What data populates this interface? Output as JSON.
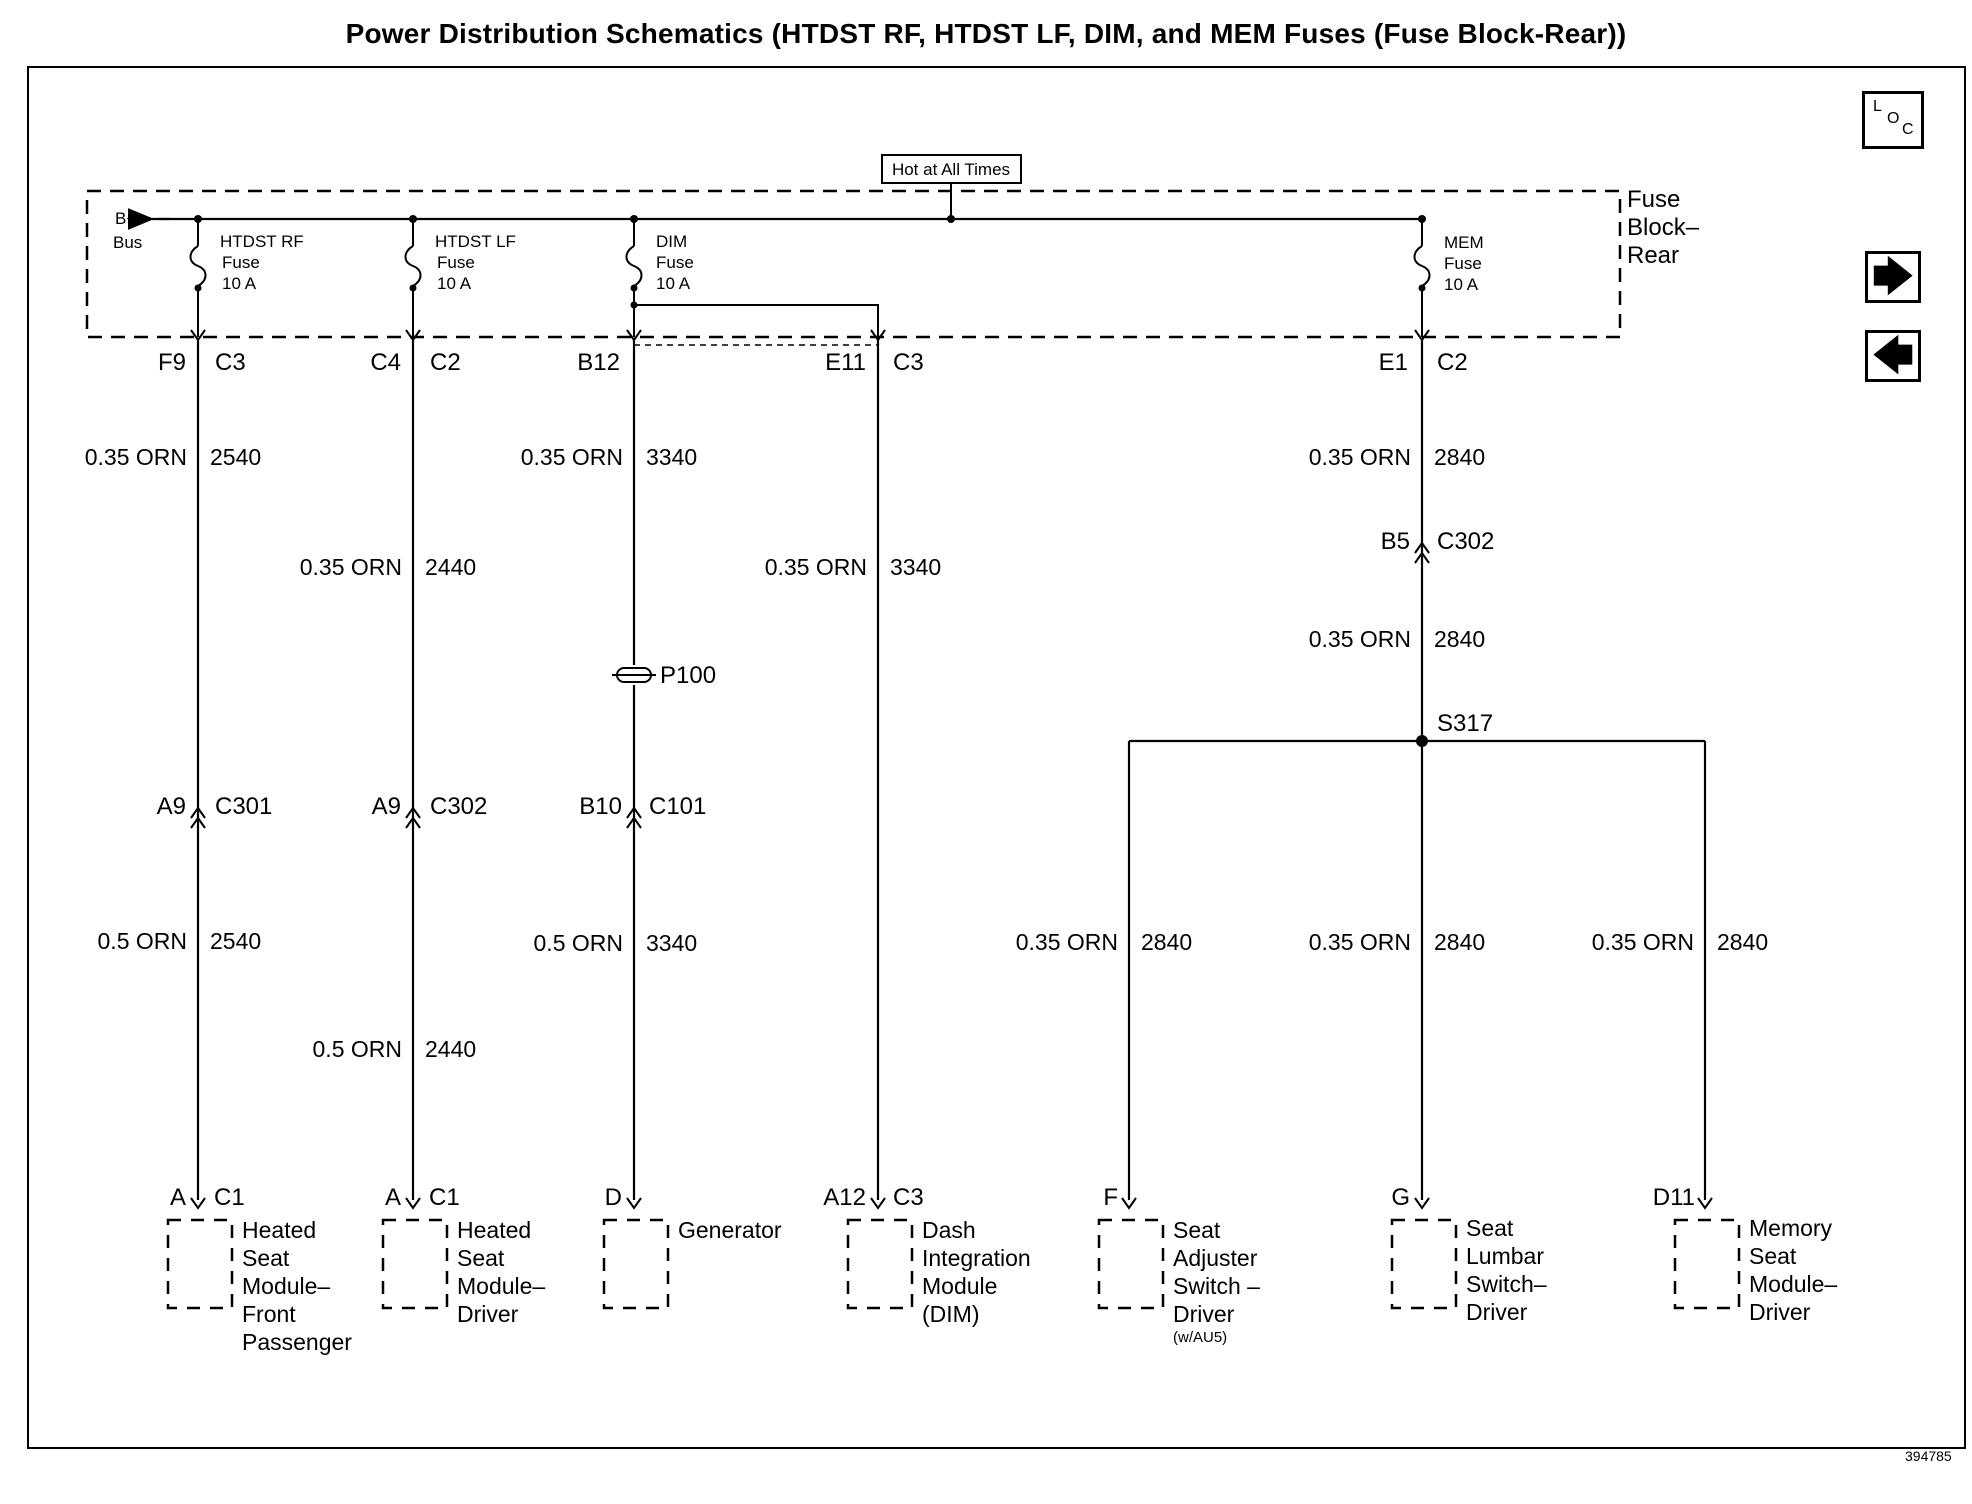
{
  "title": "Power Distribution Schematics (HTDST RF, HTDST LF, DIM, and MEM Fuses (Fuse Block-Rear))",
  "figure_number": "394785",
  "nav": {
    "loc": [
      "L",
      "O",
      "C"
    ],
    "next_glyph": "🡆",
    "prev_glyph": "🡄"
  },
  "hot_label": "Hot at All Times",
  "bus_label": [
    "B+",
    "Bus"
  ],
  "fuse_block_label": [
    "Fuse",
    "Block–",
    "Rear"
  ],
  "fuses": [
    {
      "lines": [
        "HTDST RF",
        "Fuse",
        "10 A"
      ]
    },
    {
      "lines": [
        "HTDST LF",
        "Fuse",
        "10 A"
      ]
    },
    {
      "lines": [
        "DIM",
        "Fuse",
        "10 A"
      ]
    },
    {
      "lines": [
        "MEM",
        "Fuse",
        "10 A"
      ]
    }
  ],
  "connectors": {
    "f9": "F9",
    "c3a": "C3",
    "c4": "C4",
    "c2a": "C2",
    "b12": "B12",
    "e11": "E11",
    "c3b": "C3",
    "e1": "E1",
    "c2b": "C2",
    "b5": "B5",
    "c302a": "C302",
    "a9a": "A9",
    "c301": "C301",
    "a9b": "A9",
    "c302b": "C302",
    "b10": "B10",
    "c101": "C101",
    "a": "A",
    "c1a": "C1",
    "a2": "A",
    "c1b": "C1",
    "d": "D",
    "a12": "A12",
    "c3c": "C3",
    "f": "F",
    "g": "G",
    "d11": "D11"
  },
  "splice_s317": "S317",
  "pass_through_p100": "P100",
  "wires": [
    {
      "size": "0.35 ORN",
      "circuit": "2540"
    },
    {
      "size": "0.5 ORN",
      "circuit": "2540"
    },
    {
      "size": "0.35 ORN",
      "circuit": "2440"
    },
    {
      "size": "0.5 ORN",
      "circuit": "2440"
    },
    {
      "size": "0.35 ORN",
      "circuit": "3340"
    },
    {
      "size": "0.5 ORN",
      "circuit": "3340"
    },
    {
      "size": "0.35 ORN",
      "circuit": "3340"
    },
    {
      "size": "0.35 ORN",
      "circuit": "2840"
    },
    {
      "size": "0.35 ORN",
      "circuit": "2840"
    },
    {
      "size": "0.35 ORN",
      "circuit": "2840"
    },
    {
      "size": "0.35 ORN",
      "circuit": "2840"
    },
    {
      "size": "0.35 ORN",
      "circuit": "2840"
    }
  ],
  "components": [
    {
      "lines": [
        "Heated",
        "Seat",
        "Module–",
        "Front",
        "Passenger"
      ]
    },
    {
      "lines": [
        "Heated",
        "Seat",
        "Module–",
        "Driver"
      ]
    },
    {
      "lines": [
        "Generator"
      ]
    },
    {
      "lines": [
        "Dash",
        "Integration",
        "Module",
        "(DIM)"
      ]
    },
    {
      "lines": [
        "Seat",
        "Adjuster",
        "Switch –",
        "Driver"
      ],
      "note": "(w/AU5)"
    },
    {
      "lines": [
        "Seat",
        "Lumbar",
        "Switch–",
        "Driver"
      ]
    },
    {
      "lines": [
        "Memory",
        "Seat",
        "Module–",
        "Driver"
      ]
    }
  ]
}
